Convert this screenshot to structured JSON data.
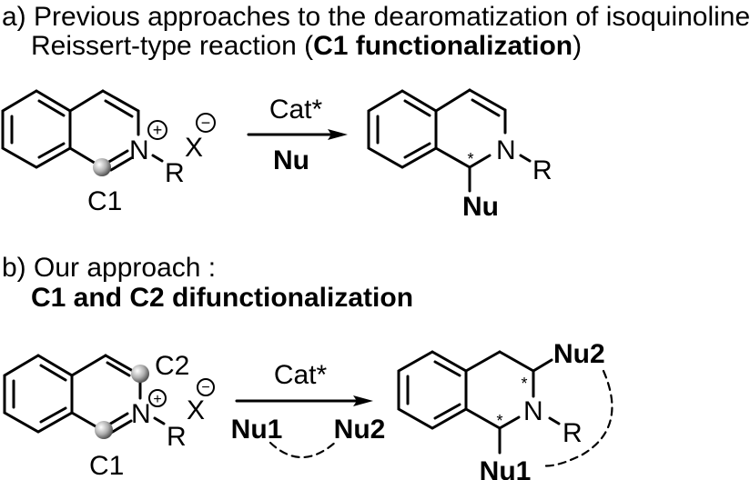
{
  "section_a": {
    "heading_line1": "a) Previous approaches to the dearomatization of isoquinoline:",
    "heading_line2_prefix": "Reissert-type reaction (",
    "heading_line2_bold": "C1 functionalization",
    "heading_line2_suffix": ")",
    "reactant": {
      "n_label": "N",
      "plus": "+",
      "r_label": "R",
      "x_label": "X",
      "minus": "−",
      "c1_label": "C1"
    },
    "arrow": {
      "above": "Cat*",
      "below": "Nu"
    },
    "product": {
      "n_label": "N",
      "r_label": "R",
      "nu_label": "Nu",
      "stereo_mark": "*"
    }
  },
  "section_b": {
    "heading_line1": "b) Our approach :",
    "heading_line2_bold": "C1 and C2 difunctionalization",
    "reactant": {
      "n_label": "N",
      "plus": "+",
      "r_label": "R",
      "x_label": "X",
      "minus": "−",
      "c1_label": "C1",
      "c2_label": "C2"
    },
    "arrow": {
      "above": "Cat*",
      "below_left": "Nu1",
      "below_right": "Nu2"
    },
    "product": {
      "n_label": "N",
      "r_label": "R",
      "nu1_label": "Nu1",
      "nu2_label": "Nu2",
      "stereo_mark_1": "*",
      "stereo_mark_2": "*"
    }
  }
}
